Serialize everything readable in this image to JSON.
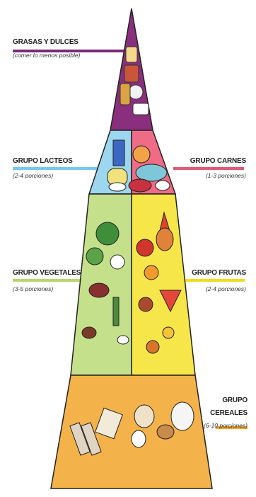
{
  "tiers": [
    {
      "title": "GRASAS Y DULCES",
      "subtitle": "(comer lo menos posible)",
      "color": "#7b2a7a"
    },
    {
      "title": "GRUPO LACTEOS",
      "subtitle": "(2-4 porciones)",
      "color": "#76c9ea"
    },
    {
      "title": "GRUPO CARNES",
      "subtitle": "(1-3 porciones)",
      "color": "#e05a78"
    },
    {
      "title": "GRUPO VEGETALES",
      "subtitle": "(3-5 porciones)",
      "color": "#b6d86b"
    },
    {
      "title": "GRUPO FRUTAS",
      "subtitle": "(2-4 porciones)",
      "color": "#f1dc1e"
    },
    {
      "title_line1": "GRUPO",
      "title_line2": "CEREALES",
      "subtitle": "(6-10 porciones)",
      "color": "#f0a42a"
    }
  ],
  "icons": [
    "sweets-icon",
    "milk-icon",
    "meat-icon",
    "vegetables-icon",
    "fruits-icon",
    "bread-icon"
  ]
}
